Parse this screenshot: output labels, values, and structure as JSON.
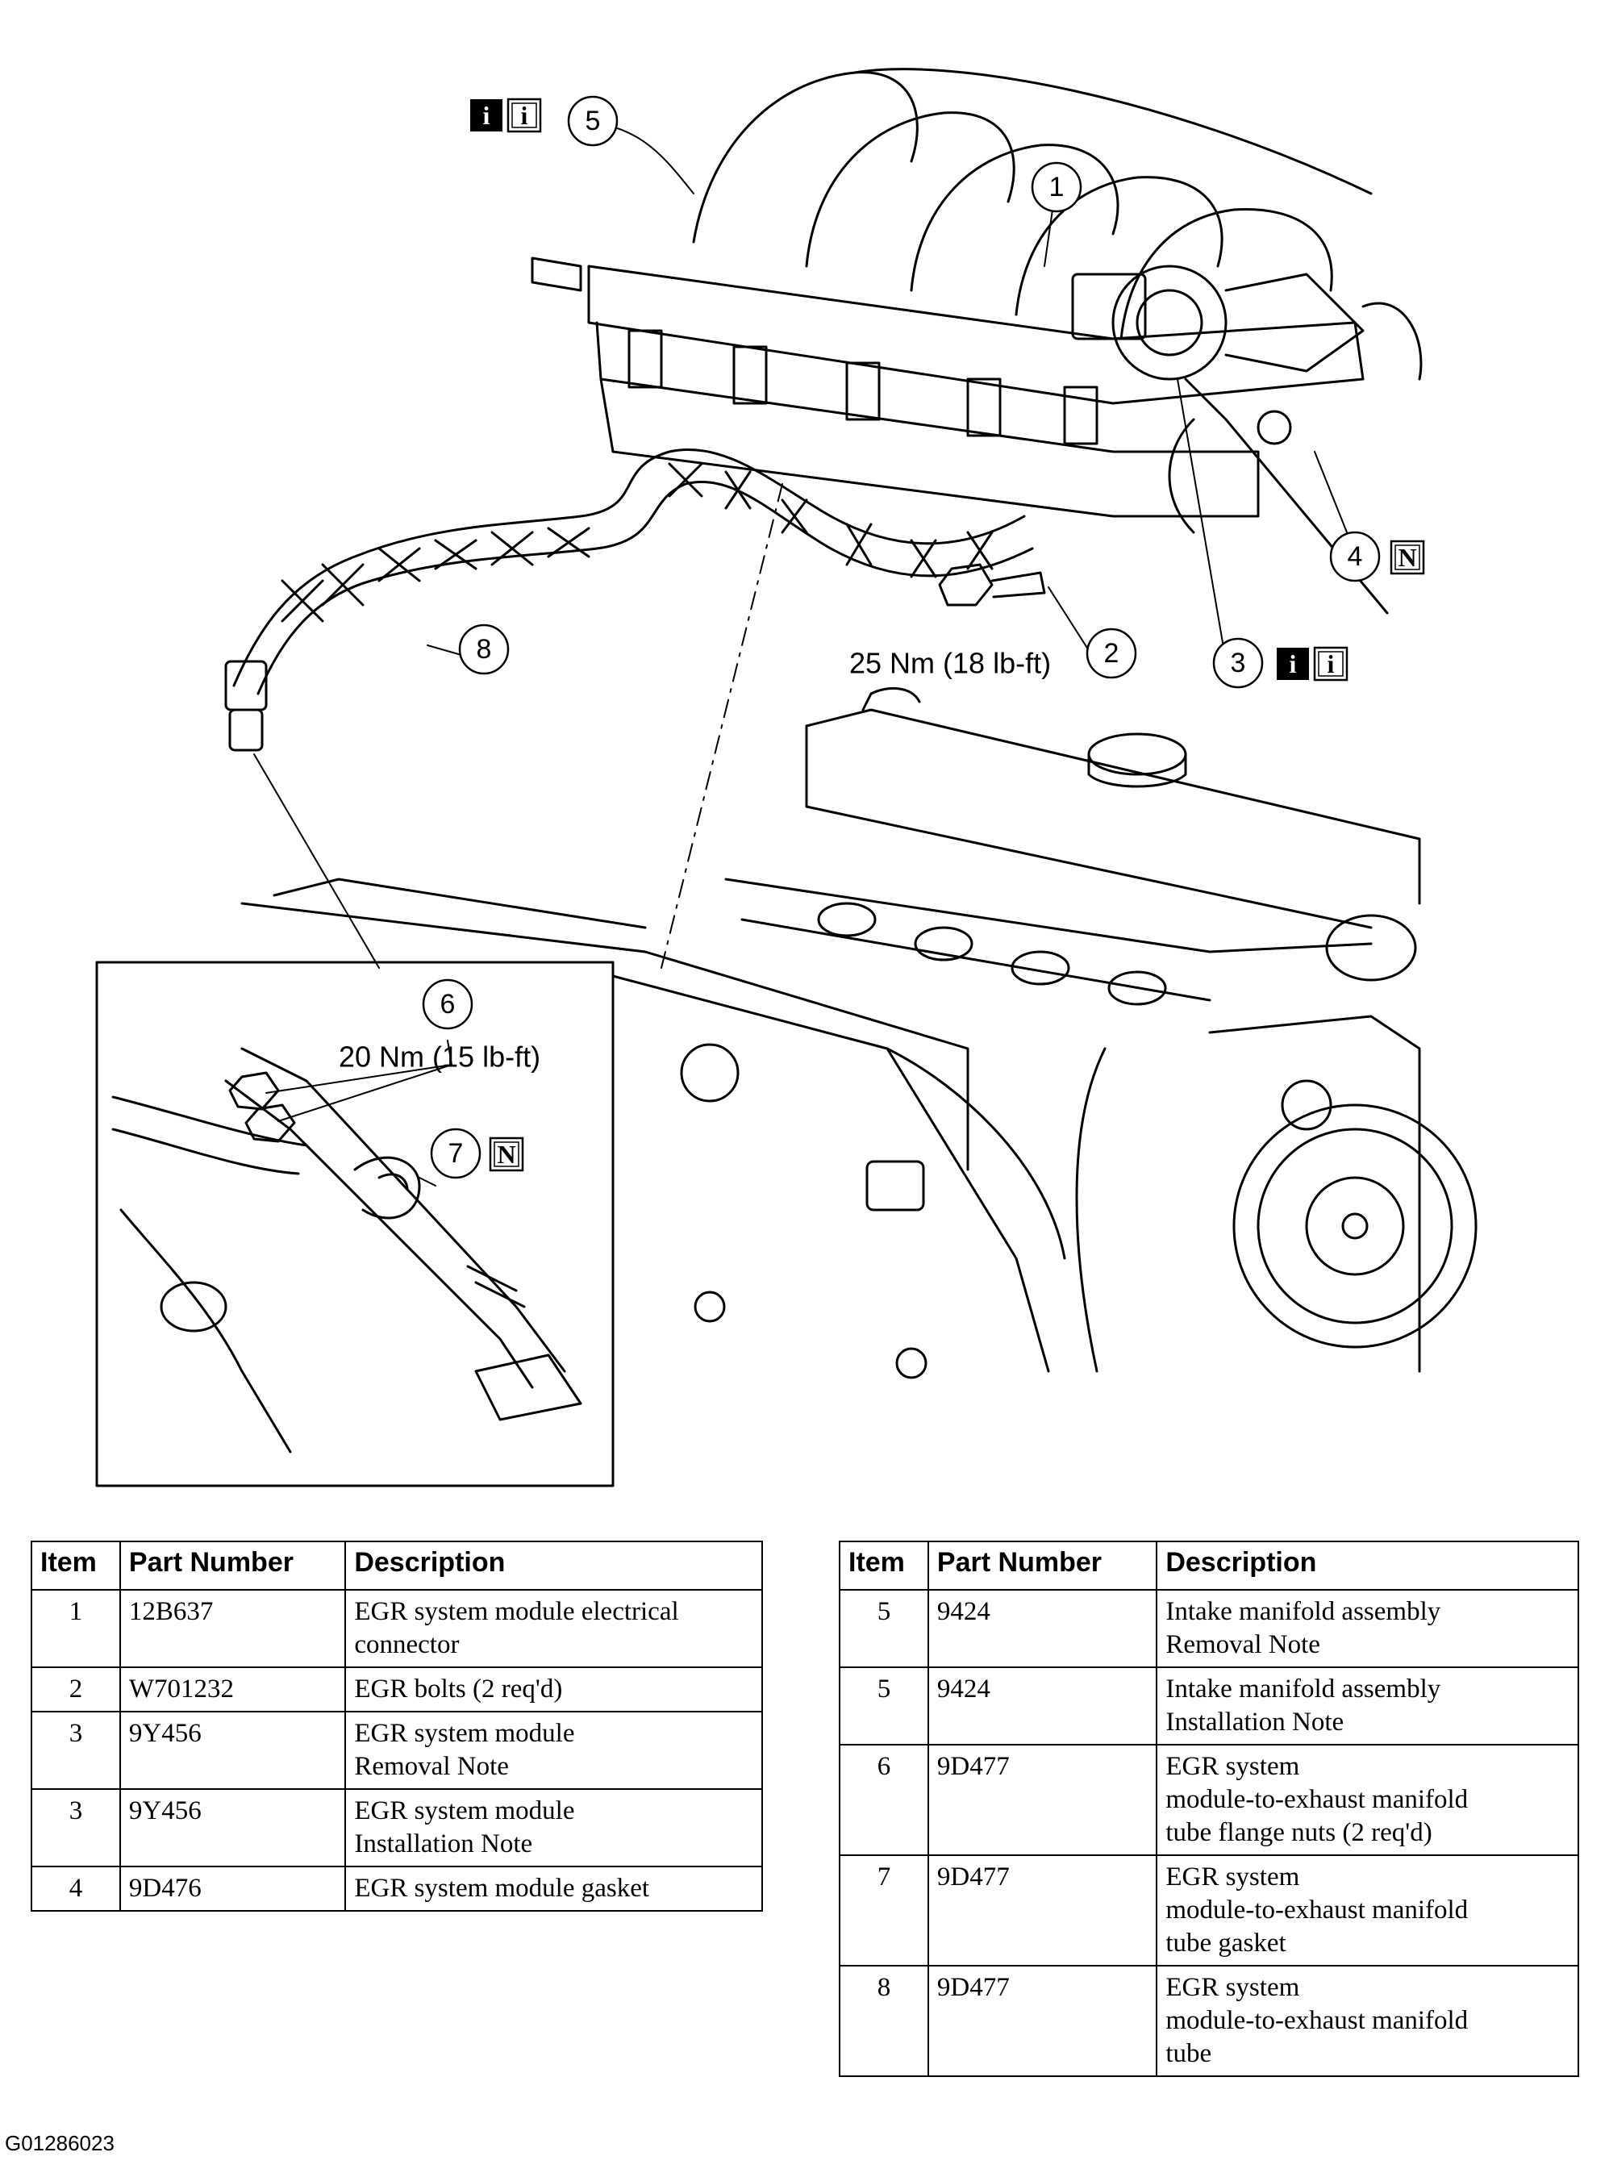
{
  "callouts": {
    "c1": "1",
    "c2": "2",
    "c3": "3",
    "c4": "4",
    "c5": "5",
    "c6": "6",
    "c7": "7",
    "c8": "8",
    "torque_2": "25 Nm (18 lb-ft)",
    "torque_6": "20 Nm (15 lb-ft)",
    "icon_i": "i",
    "icon_n": "N"
  },
  "table_left": {
    "headers": [
      "Item",
      "Part Number",
      "Description"
    ],
    "rows": [
      {
        "item": "1",
        "part": "12B637",
        "desc": [
          "EGR system module electrical",
          "connector"
        ]
      },
      {
        "item": "2",
        "part": "W701232",
        "desc": [
          "EGR bolts (2 req'd)"
        ]
      },
      {
        "item": "3",
        "part": "9Y456",
        "desc": [
          "EGR system module",
          "Removal Note"
        ]
      },
      {
        "item": "3",
        "part": "9Y456",
        "desc": [
          "EGR system module",
          "Installation Note"
        ]
      },
      {
        "item": "4",
        "part": "9D476",
        "desc": [
          "EGR system module gasket"
        ]
      }
    ]
  },
  "table_right": {
    "headers": [
      "Item",
      "Part Number",
      "Description"
    ],
    "rows": [
      {
        "item": "5",
        "part": "9424",
        "desc": [
          "Intake manifold assembly",
          "Removal Note"
        ]
      },
      {
        "item": "5",
        "part": "9424",
        "desc": [
          "Intake manifold assembly",
          "Installation Note"
        ]
      },
      {
        "item": "6",
        "part": "9D477",
        "desc": [
          "EGR system",
          "module-to-exhaust manifold",
          "tube flange nuts (2 req'd)"
        ]
      },
      {
        "item": "7",
        "part": "9D477",
        "desc": [
          "EGR system",
          "module-to-exhaust manifold",
          "tube gasket"
        ]
      },
      {
        "item": "8",
        "part": "9D477",
        "desc": [
          "EGR system",
          "module-to-exhaust manifold",
          "tube"
        ]
      }
    ]
  },
  "figure_id": "G01286023"
}
